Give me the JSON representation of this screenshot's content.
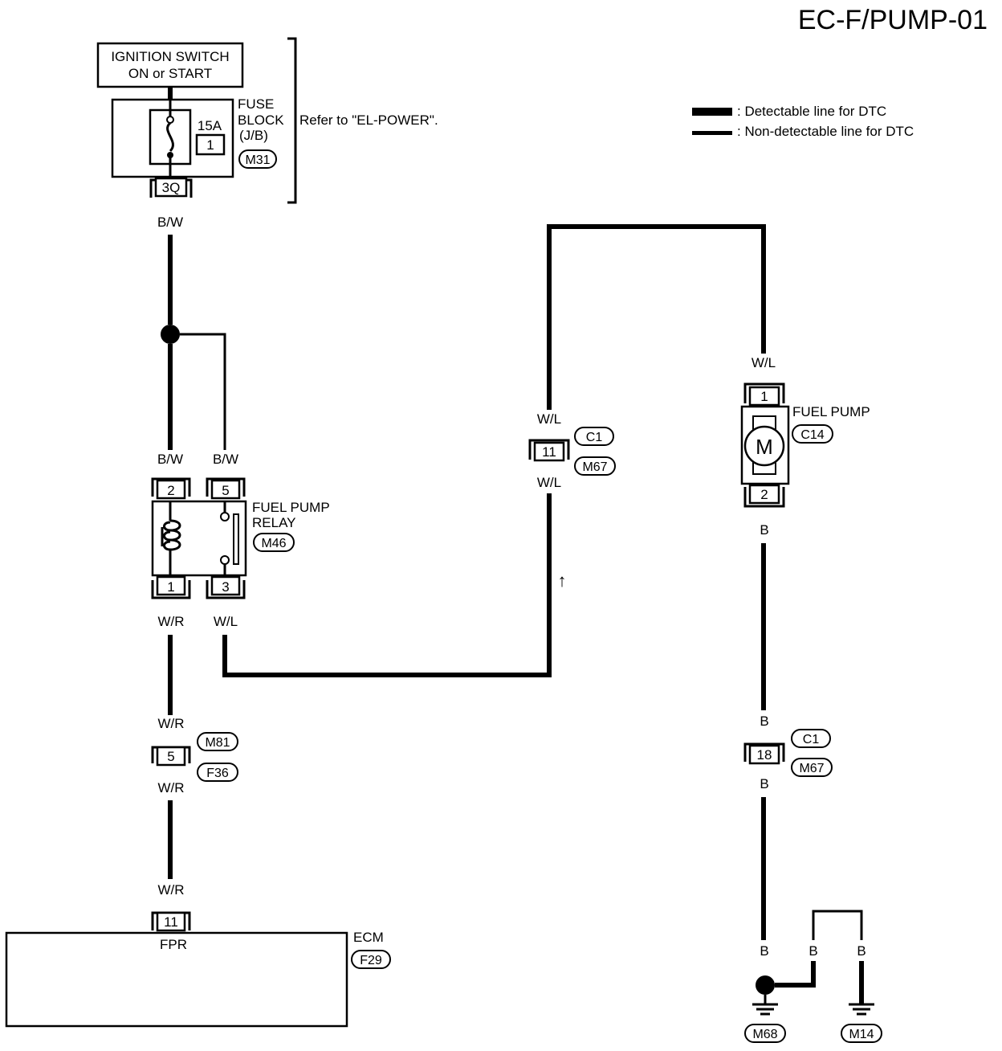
{
  "title": "EC-F/PUMP-01",
  "legend": {
    "detectable": ": Detectable line for DTC",
    "non_detectable": ": Non-detectable line for DTC"
  },
  "ignition": {
    "line1": "IGNITION SWITCH",
    "line2": "ON or START"
  },
  "fuse_block": {
    "line1": "FUSE",
    "line2": "BLOCK",
    "line3": "(J/B)",
    "rating": "15A",
    "fuse_no": "1",
    "connector": "M31",
    "pin": "3Q",
    "refer": "Refer to \"EL-POWER\"."
  },
  "relay": {
    "line1": "FUEL PUMP",
    "line2": "RELAY",
    "connector": "M46",
    "pins": {
      "p2": "2",
      "p5": "5",
      "p1": "1",
      "p3": "3"
    }
  },
  "wires": {
    "bw": "B/W",
    "wr": "W/R",
    "wl": "W/L",
    "b": "B"
  },
  "joint_left": {
    "pin": "5",
    "conn1": "M81",
    "conn2": "F36"
  },
  "joint_mid": {
    "pin": "11",
    "conn1": "C1",
    "conn2": "M67"
  },
  "joint_right": {
    "pin": "18",
    "conn1": "C1",
    "conn2": "M67"
  },
  "fuel_pump": {
    "label": "FUEL PUMP",
    "connector": "C14",
    "motor": "M",
    "pin1": "1",
    "pin2": "2"
  },
  "ecm": {
    "label": "ECM",
    "connector": "F29",
    "pin": "11",
    "terminal": "FPR"
  },
  "grounds": {
    "g1": "M68",
    "g2": "M14"
  },
  "arrow": "↑"
}
